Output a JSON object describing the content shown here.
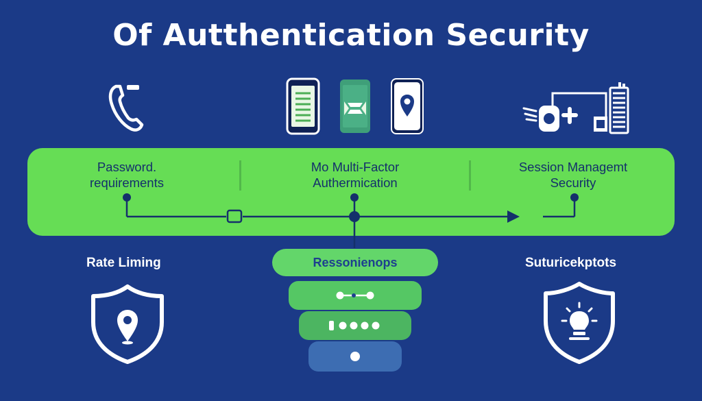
{
  "title": "Of Autthentication Security",
  "band": {
    "items": [
      {
        "label_line1": "Password.",
        "label_line2": "requirements"
      },
      {
        "label_line1": "Mo Multi-Factor",
        "label_line2": "Authermication"
      },
      {
        "label_line1": "Session Managemt",
        "label_line2": "Security"
      }
    ]
  },
  "left_section": {
    "label": "Rate Liming",
    "icon": "shield-location-icon"
  },
  "center_stack": {
    "top_label": "Ressonienops",
    "rows": [
      "connector-icon",
      "dots-icon",
      "dot-icon"
    ]
  },
  "right_section": {
    "label": "Suturicekptots",
    "icon": "shield-lightbulb-icon"
  },
  "icons": {
    "phone": "phone-icon",
    "devices": [
      "phone-document-icon",
      "phone-mail-icon",
      "phone-location-icon"
    ],
    "keyboard": "security-key-icon"
  },
  "colors": {
    "background": "#1b3a87",
    "accent_green": "#66dd55",
    "navy": "#14306b",
    "stack_light": "#63d66a",
    "stack_mid": "#4cb561",
    "stack_dark": "#3d6db2"
  }
}
